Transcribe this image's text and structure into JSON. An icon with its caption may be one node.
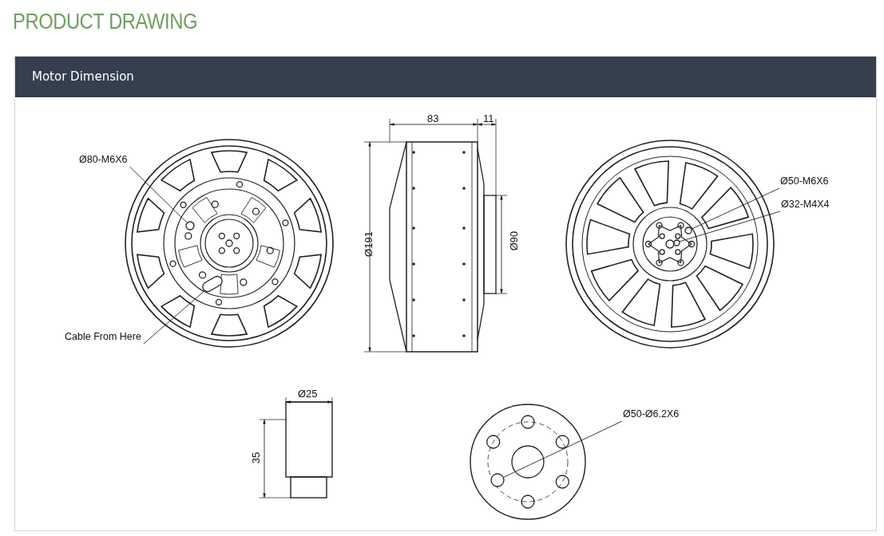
{
  "diagram": {
    "title": "PRODUCT DRAWING",
    "nodes": [
      {
        "text": [
          "Motor Dimension"
        ]
      },
      {
        "text": [
          "Ø80-M6X6"
        ],
        "in": 0
      },
      {
        "text": [],
        "shape": "circle",
        "in": 0
      },
      {
        "text": [
          "Cable From Here"
        ],
        "in": 0
      },
      {
        "text": [],
        "shape": "box",
        "in": 0
      },
      {
        "text": [
          "Ø50-M6X6"
        ],
        "in": 0
      },
      {
        "text": [],
        "shape": "circle",
        "in": 0
      },
      {
        "text": [
          "Ø32-M4X4"
        ],
        "in": 0
      },
      {
        "text": [],
        "shape": "circle",
        "in": 0
      },
      {
        "text": [
          "Ø50-Ø6.2X6"
        ],
        "in": 0
      },
      {
        "text": [],
        "shape": "circle",
        "in": 0
      }
    ],
    "edges": [
      {
        "from": 1,
        "to": 2,
        "arrow": "none"
      },
      {
        "from": 3,
        "to": 4,
        "arrow": "none"
      },
      {
        "from": 5,
        "to": 6,
        "arrow": "none"
      },
      {
        "from": 7,
        "to": 8,
        "arrow": "none"
      },
      {
        "from": 9,
        "to": 10,
        "arrow": "none"
      }
    ],
    "labels": [
      "83",
      "11",
      "Ø191",
      "Ø90",
      "Ø25",
      "35"
    ]
  }
}
